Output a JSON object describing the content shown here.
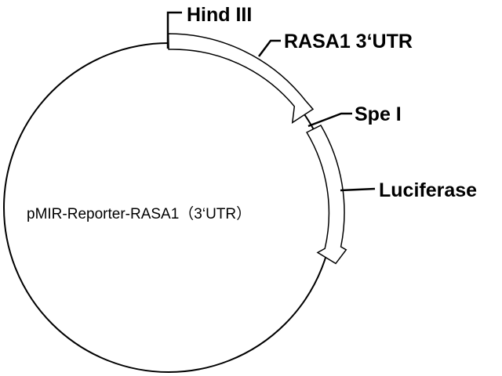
{
  "plasmid": {
    "name": "pMIR-Reporter-RASA1（3‘UTR）",
    "backbone_color": "#000000",
    "background_color": "#ffffff",
    "features": [
      {
        "label": "RASA1 3‘UTR",
        "type": "insert",
        "arrow": "clockwise"
      },
      {
        "label": "Luciferase",
        "type": "gene",
        "arrow": "clockwise"
      }
    ],
    "sites": [
      {
        "label": "Hind III",
        "type": "restriction-site"
      },
      {
        "label": "Spe I",
        "type": "restriction-site"
      }
    ]
  }
}
